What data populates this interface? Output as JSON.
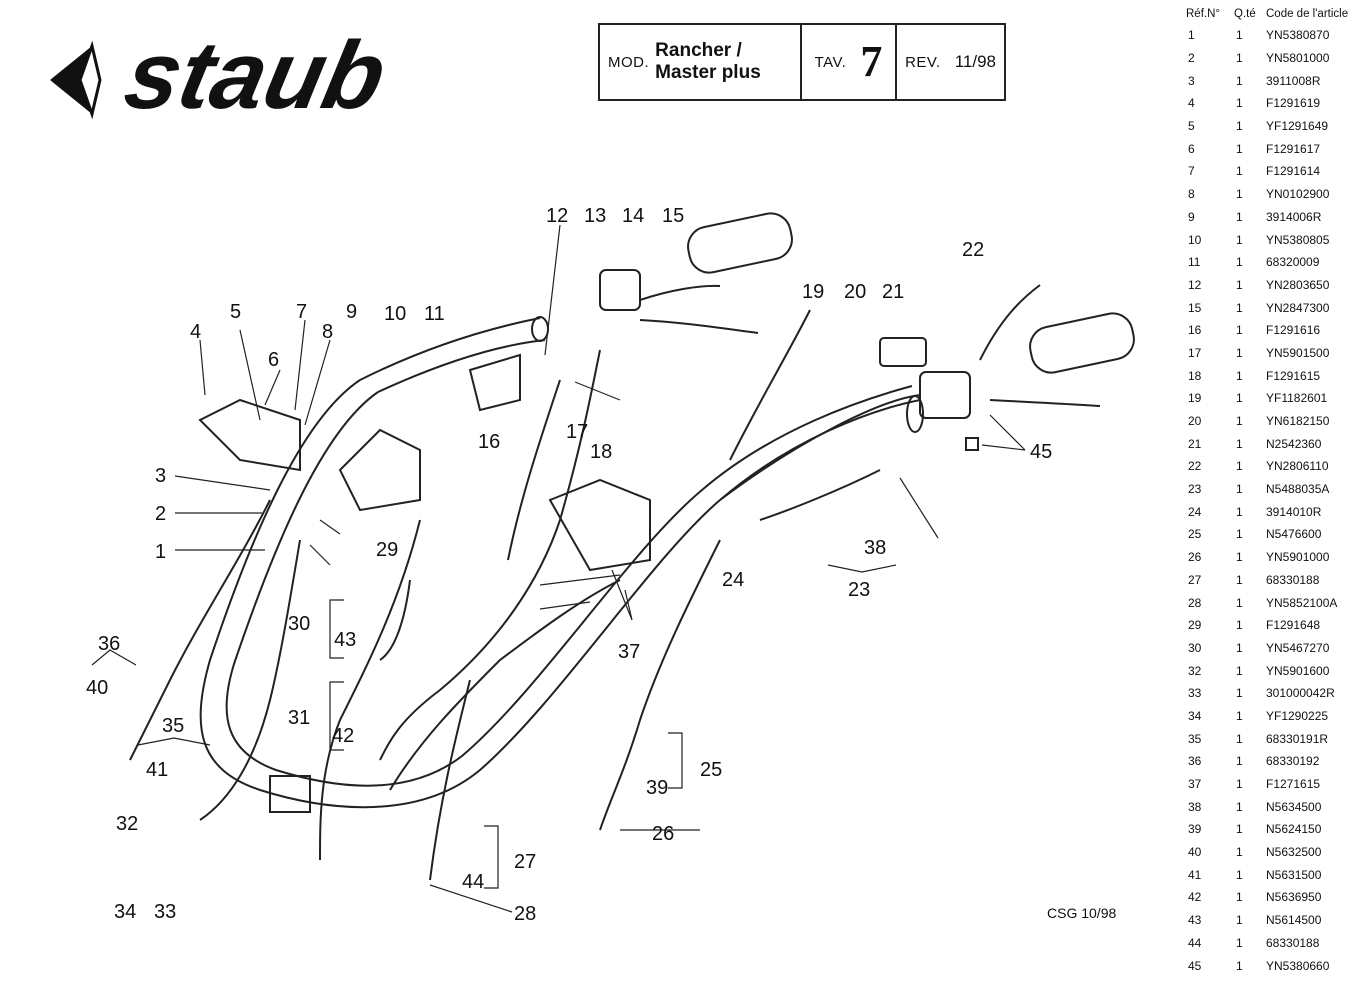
{
  "logo_text": "staub",
  "title": {
    "mod_label": "MOD.",
    "mod_value": "Rancher / Master plus",
    "tav_label": "TAV.",
    "tav_value": "7",
    "rev_label": "REV.",
    "rev_value": "11/98"
  },
  "footer": "CSG 10/98",
  "parts_table": {
    "headers": {
      "ref": "Réf.N°",
      "qty": "Q.té",
      "code": "Code de l'article"
    },
    "rows": [
      {
        "ref": "1",
        "qty": "1",
        "code": "YN5380870"
      },
      {
        "ref": "2",
        "qty": "1",
        "code": "YN5801000"
      },
      {
        "ref": "3",
        "qty": "1",
        "code": "3911008R"
      },
      {
        "ref": "4",
        "qty": "1",
        "code": "F1291619"
      },
      {
        "ref": "5",
        "qty": "1",
        "code": "YF1291649"
      },
      {
        "ref": "6",
        "qty": "1",
        "code": "F1291617"
      },
      {
        "ref": "7",
        "qty": "1",
        "code": "F1291614"
      },
      {
        "ref": "8",
        "qty": "1",
        "code": "YN0102900"
      },
      {
        "ref": "9",
        "qty": "1",
        "code": "3914006R"
      },
      {
        "ref": "10",
        "qty": "1",
        "code": "YN5380805"
      },
      {
        "ref": "11",
        "qty": "1",
        "code": "68320009"
      },
      {
        "ref": "12",
        "qty": "1",
        "code": "YN2803650"
      },
      {
        "ref": "15",
        "qty": "1",
        "code": "YN2847300"
      },
      {
        "ref": "16",
        "qty": "1",
        "code": "F1291616"
      },
      {
        "ref": "17",
        "qty": "1",
        "code": "YN5901500"
      },
      {
        "ref": "18",
        "qty": "1",
        "code": "F1291615"
      },
      {
        "ref": "19",
        "qty": "1",
        "code": "YF1182601"
      },
      {
        "ref": "20",
        "qty": "1",
        "code": "YN6182150"
      },
      {
        "ref": "21",
        "qty": "1",
        "code": "N2542360"
      },
      {
        "ref": "22",
        "qty": "1",
        "code": "YN2806110"
      },
      {
        "ref": "23",
        "qty": "1",
        "code": "N5488035A"
      },
      {
        "ref": "24",
        "qty": "1",
        "code": "3914010R"
      },
      {
        "ref": "25",
        "qty": "1",
        "code": "N5476600"
      },
      {
        "ref": "26",
        "qty": "1",
        "code": "YN5901000"
      },
      {
        "ref": "27",
        "qty": "1",
        "code": "68330188"
      },
      {
        "ref": "28",
        "qty": "1",
        "code": "YN5852100A"
      },
      {
        "ref": "29",
        "qty": "1",
        "code": "F1291648"
      },
      {
        "ref": "30",
        "qty": "1",
        "code": "YN5467270"
      },
      {
        "ref": "32",
        "qty": "1",
        "code": "YN5901600"
      },
      {
        "ref": "33",
        "qty": "1",
        "code": "301000042R"
      },
      {
        "ref": "34",
        "qty": "1",
        "code": "YF1290225"
      },
      {
        "ref": "35",
        "qty": "1",
        "code": "68330191R"
      },
      {
        "ref": "36",
        "qty": "1",
        "code": "68330192"
      },
      {
        "ref": "37",
        "qty": "1",
        "code": "F1271615"
      },
      {
        "ref": "38",
        "qty": "1",
        "code": "N5634500"
      },
      {
        "ref": "39",
        "qty": "1",
        "code": "N5624150"
      },
      {
        "ref": "40",
        "qty": "1",
        "code": "N5632500"
      },
      {
        "ref": "41",
        "qty": "1",
        "code": "N5631500"
      },
      {
        "ref": "42",
        "qty": "1",
        "code": "N5636950"
      },
      {
        "ref": "43",
        "qty": "1",
        "code": "N5614500"
      },
      {
        "ref": "44",
        "qty": "1",
        "code": "68330188"
      },
      {
        "ref": "45",
        "qty": "1",
        "code": "YN5380660"
      }
    ]
  },
  "callouts": [
    "1",
    "2",
    "3",
    "4",
    "5",
    "6",
    "7",
    "8",
    "9",
    "10",
    "11",
    "12",
    "13",
    "14",
    "15",
    "16",
    "17",
    "18",
    "19",
    "20",
    "21",
    "22",
    "23",
    "24",
    "25",
    "26",
    "27",
    "28",
    "29",
    "30",
    "31",
    "32",
    "33",
    "34",
    "35",
    "36",
    "37",
    "38",
    "39",
    "40",
    "41",
    "42",
    "43",
    "44",
    "45"
  ]
}
